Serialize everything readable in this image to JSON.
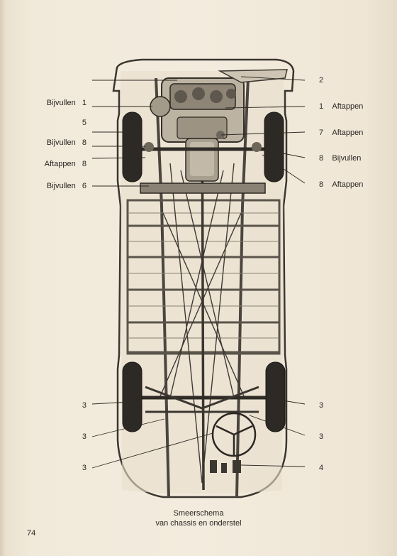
{
  "diagram": {
    "left_labels": [
      {
        "name": "",
        "num": "1",
        "word": "Bijvullen"
      },
      {
        "name": "",
        "num": "5",
        "word": ""
      },
      {
        "name": "",
        "num": "8",
        "word": "Bijvullen"
      },
      {
        "name": "",
        "num": "8",
        "word": "Aftappen"
      },
      {
        "name": "",
        "num": "6",
        "word": "Bijvullen"
      },
      {
        "name": "",
        "num": "3",
        "word": ""
      },
      {
        "name": "",
        "num": "3",
        "word": ""
      },
      {
        "name": "",
        "num": "3",
        "word": ""
      }
    ],
    "right_labels": [
      {
        "num": "2",
        "word": ""
      },
      {
        "num": "1",
        "word": "Aftappen"
      },
      {
        "num": "7",
        "word": "Aftappen"
      },
      {
        "num": "8",
        "word": "Bijvullen"
      },
      {
        "num": "8",
        "word": "Aftappen"
      },
      {
        "num": "3",
        "word": ""
      },
      {
        "num": "3",
        "word": ""
      },
      {
        "num": "4",
        "word": ""
      }
    ]
  },
  "caption": {
    "line1": "Smeerschema",
    "line2": "van chassis en onderstel"
  },
  "page_number": "74"
}
